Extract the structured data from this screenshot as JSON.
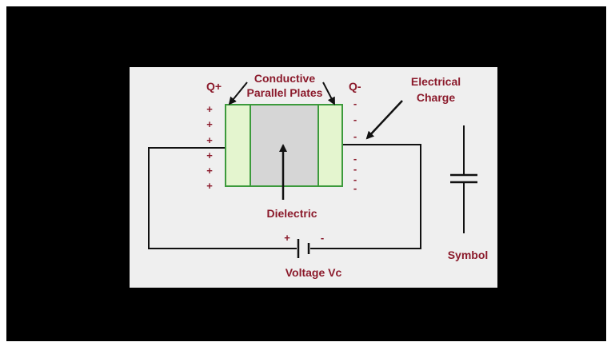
{
  "labels": {
    "q_plus": "Q+",
    "q_minus": "Q-",
    "plates_line1": "Conductive",
    "plates_line2": "Parallel Plates",
    "charge_line1": "Electrical",
    "charge_line2": "Charge",
    "dielectric": "Dielectric",
    "voltage": "Voltage Vc",
    "symbol": "Symbol",
    "battery_plus": "+",
    "battery_minus": "-"
  },
  "plus_signs": [
    "+",
    "+",
    "+",
    "+",
    "+",
    "+"
  ],
  "minus_signs": [
    "-",
    "-",
    "-",
    "-",
    "-",
    "-",
    "-"
  ],
  "colors": {
    "frame": "#000000",
    "panel": "#efefef",
    "label": "#8b1a2b",
    "plate_fill": "#e4f5cf",
    "plate_border": "#3c9a3c",
    "dielectric_fill": "#d6d6d6",
    "wire": "#111111"
  }
}
